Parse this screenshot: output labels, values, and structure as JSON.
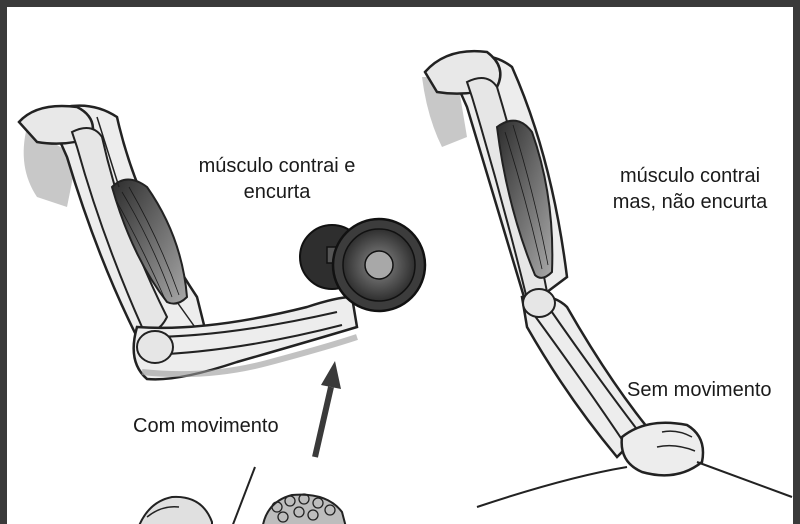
{
  "labels": {
    "left_line1": "músculo contrai e",
    "left_line2": "encurta",
    "right_line1": "músculo contrai",
    "right_line2": "mas, não encurta",
    "com_movimento": "Com movimento",
    "sem_movimento": "Sem movimento"
  },
  "colors": {
    "frame": "#3a3a3a",
    "shadow": "#c8c8c8",
    "muscle_dark": "#3b3b3b",
    "weight": "#5a5a5a"
  }
}
